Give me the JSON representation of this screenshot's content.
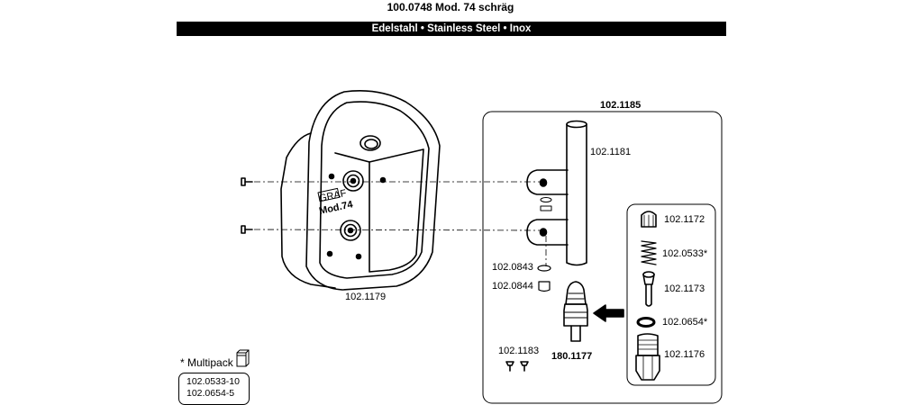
{
  "header": {
    "title": "100.0748 Mod. 74 schräg",
    "material": "Edelstahl • Stainless Steel • Inox"
  },
  "housing": {
    "part_number": "102.1179",
    "logo_text": "GRAF",
    "model_text": "Mod.74"
  },
  "assembly": {
    "group_number": "102.1185",
    "tube": "102.1181",
    "washer": "102.0843",
    "nut": "102.0844",
    "screws": "102.1183",
    "nipple_assembly": "180.1177"
  },
  "detail": {
    "cap": "102.1172",
    "spring": "102.0533*",
    "pin": "102.1173",
    "o_ring": "102.0654*",
    "body": "102.1176"
  },
  "multipack": {
    "label": "* Multipack",
    "items": [
      "102.0533-10",
      "102.0654-5"
    ]
  }
}
